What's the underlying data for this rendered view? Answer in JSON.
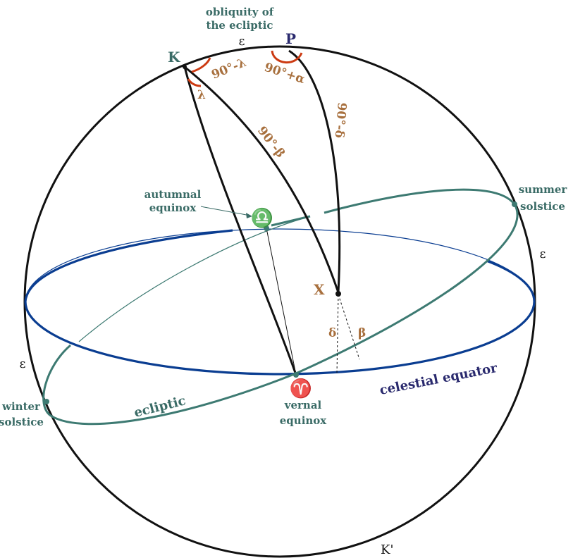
{
  "colors": {
    "sphere": "#111111",
    "equator": "#0a3d91",
    "ecliptic": "#3d7a72",
    "angle_arc": "#cc3a12",
    "label_teal": "#3a6b66",
    "label_brown": "#a8703e",
    "label_navy": "#2a2a6e"
  },
  "labels": {
    "obliquity_line1": "obliquity of",
    "obliquity_line2": "the ecliptic",
    "epsilon_top": "ε",
    "epsilon_right": "ε",
    "epsilon_left": "ε",
    "K": "K",
    "P": "P",
    "K_prime": "K'",
    "X": "X",
    "lambda": "λ",
    "ninety_minus_lambda": "90°-λ",
    "ninety_plus_alpha": "90°+α",
    "ninety_minus_delta": "90°-δ",
    "ninety_minus_beta": "90°-β",
    "delta": "δ",
    "beta": "β",
    "autumnal_line1": "autumnal",
    "autumnal_line2": "equinox",
    "libra_symbol": "♎",
    "summer_line1": "summer",
    "summer_line2": "solstice",
    "winter_line1": "winter",
    "winter_line2": "solstice",
    "vernal_line1": "vernal",
    "vernal_line2": "equinox",
    "aries_symbol": "♈",
    "ecliptic": "ecliptic",
    "celestial_equator": "celestial equator"
  }
}
